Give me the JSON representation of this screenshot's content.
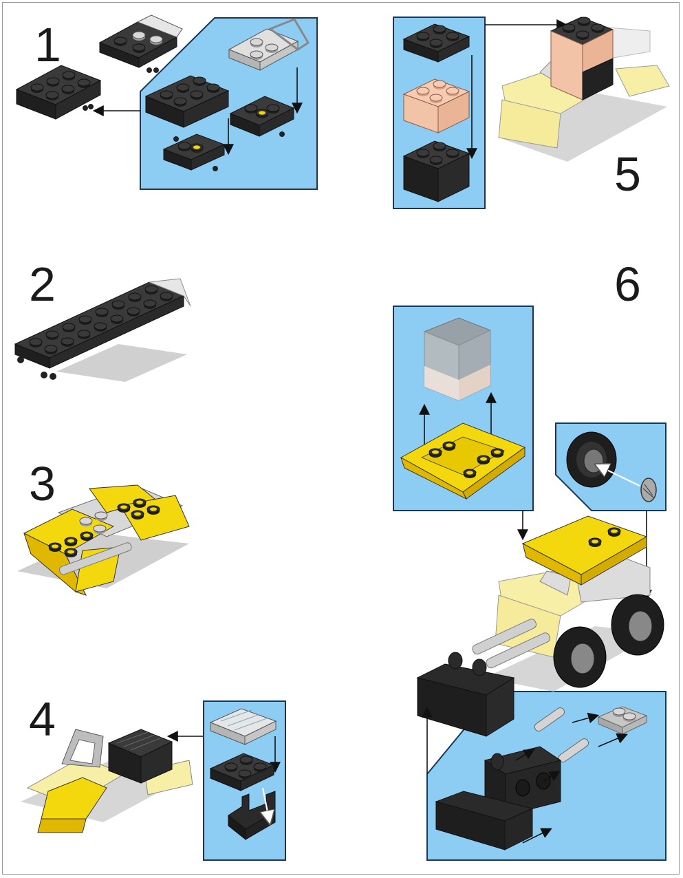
{
  "steps": [
    {
      "number": "1"
    },
    {
      "number": "2"
    },
    {
      "number": "3"
    },
    {
      "number": "4"
    },
    {
      "number": "5"
    },
    {
      "number": "6"
    }
  ],
  "colors": {
    "callout_fill": "#8ecdf3",
    "callout_border": "#1c3550",
    "brick_dark": "#2e2e2e",
    "brick_light_gray": "#c8c8c8",
    "brick_yellow": "#f4d80e",
    "brick_pale_yellow": "#f7efa6",
    "brick_peach": "#f2c3a6",
    "arrow": "#111111"
  },
  "icons": [
    "arrow-icon",
    "wheel-icon",
    "stud-icon"
  ]
}
